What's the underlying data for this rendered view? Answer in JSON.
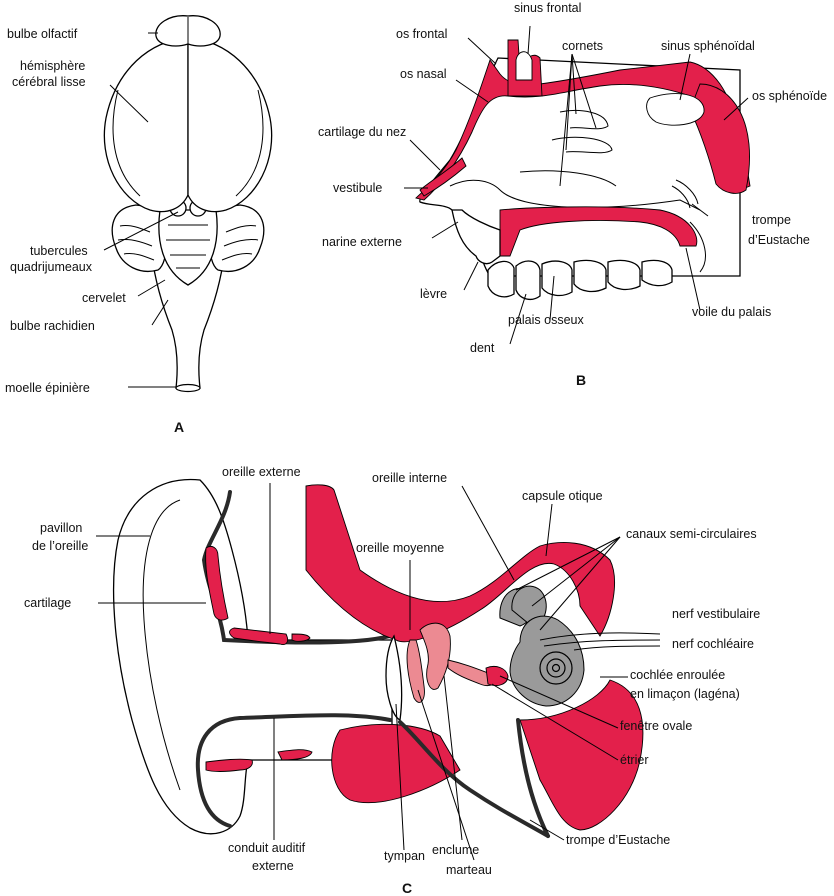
{
  "panels": {
    "a": {
      "letter": "A",
      "labels": {
        "bulbe_olfactif": "bulbe olfactif",
        "hemisphere_1": "hémisphère",
        "hemisphere_2": "cérébral lisse",
        "tubercules_1": "tubercules",
        "tubercules_2": "quadrijumeaux",
        "cervelet": "cervelet",
        "bulbe_rachidien": "bulbe rachidien",
        "moelle": "moelle épinière"
      }
    },
    "b": {
      "letter": "B",
      "labels": {
        "os_frontal": "os frontal",
        "sinus_frontal": "sinus frontal",
        "cornets": "cornets",
        "sinus_sphenoidal": "sinus  sphénoïdal",
        "os_nasal": "os nasal",
        "os_sphenoide": "os sphénoïde",
        "cartilage_nez": "cartilage du nez",
        "vestibule": "vestibule",
        "trompe_1": "trompe",
        "trompe_2": "d’Eustache",
        "narine": "narine externe",
        "levre": "lèvre",
        "palais_osseux": "palais osseux",
        "voile": "voile du palais",
        "dent": "dent"
      }
    },
    "c": {
      "letter": "C",
      "labels": {
        "oreille_externe": "oreille externe",
        "oreille_interne": "oreille interne",
        "capsule": "capsule otique",
        "pavillon_1": "pavillon",
        "pavillon_2": "de l’oreille",
        "oreille_moyenne": "oreille moyenne",
        "canaux": "canaux semi-circulaires",
        "cartilage": "cartilage",
        "nerf_vestibulaire": "nerf vestibulaire",
        "nerf_cochleaire": "nerf cochléaire",
        "cochlee_1": "cochlée enroulée",
        "cochlee_2": "en limaçon (lagéna)",
        "fenetre": "fenêtre ovale",
        "etrier": "étrier",
        "tympan": "tympan",
        "enclume": "enclume",
        "trompe": "trompe d’Eustache",
        "marteau": "marteau",
        "conduit_1": "conduit auditif",
        "conduit_2": "externe"
      }
    }
  },
  "colors": {
    "bone": "#e3204b",
    "ossicles": "#ec8a92",
    "labyrinth": "#9a9a9a"
  }
}
